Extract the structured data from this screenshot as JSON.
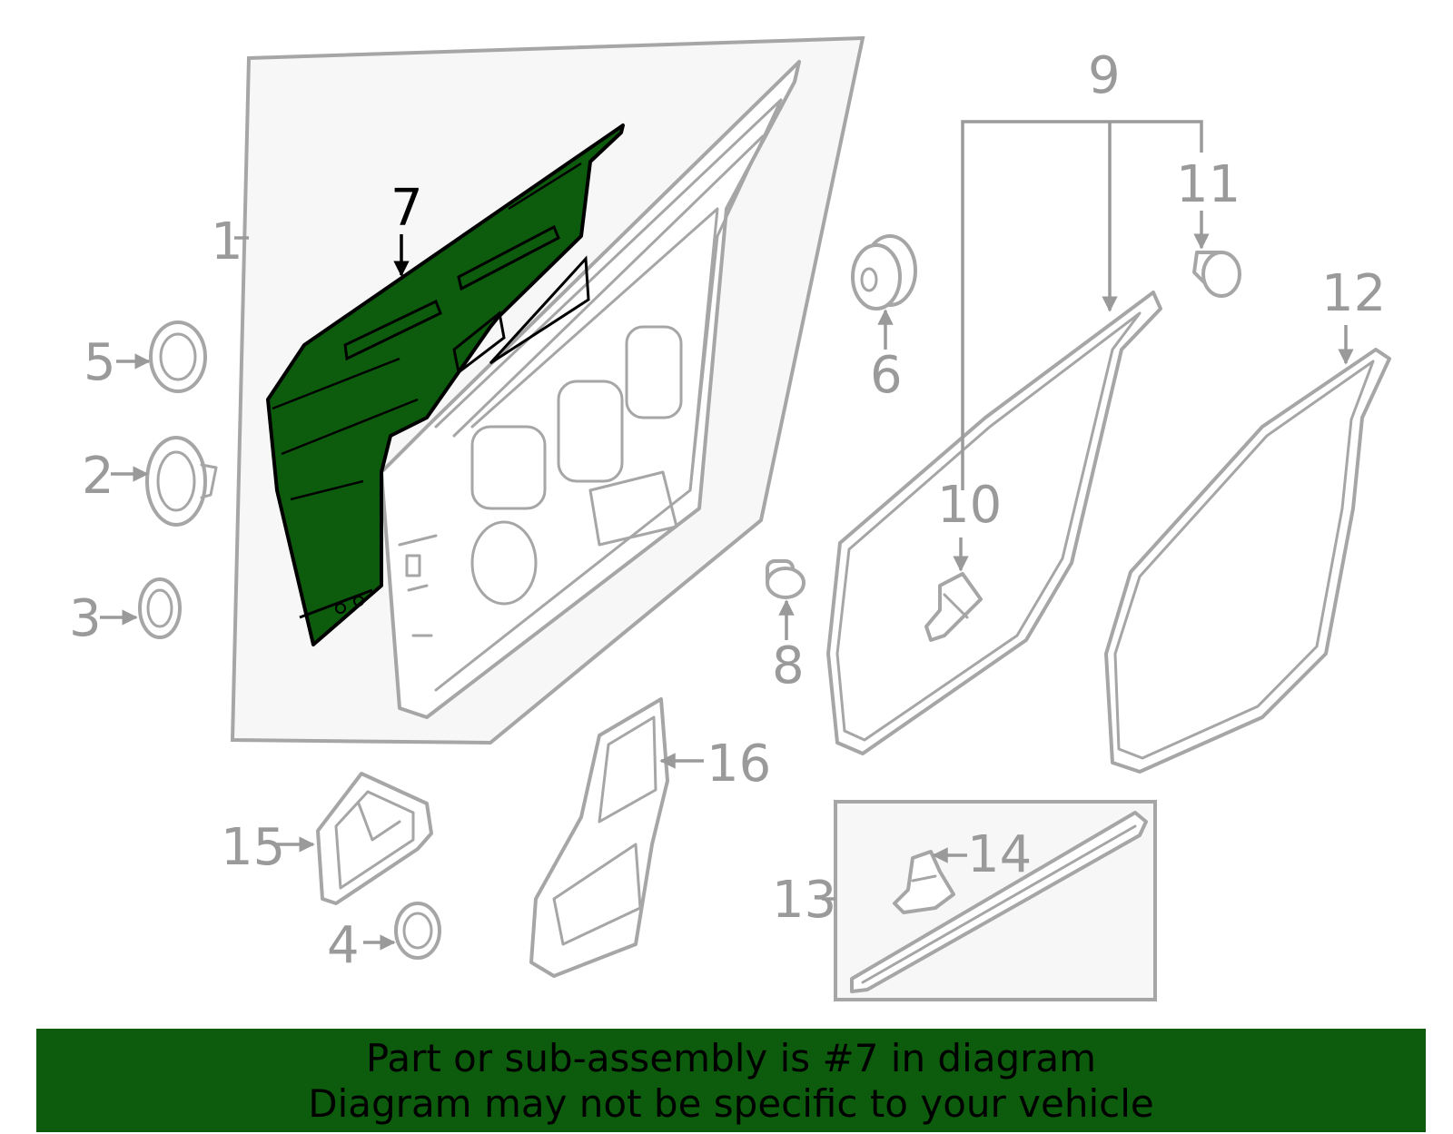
{
  "diagram": {
    "highlight_color": "#0d5c0d",
    "highlighted_part": "7",
    "callouts": {
      "c1": "1",
      "c2": "2",
      "c3": "3",
      "c4": "4",
      "c5": "5",
      "c6": "6",
      "c7": "7",
      "c8": "8",
      "c9": "9",
      "c10": "10",
      "c11": "11",
      "c12": "12",
      "c13": "13",
      "c14": "14",
      "c15": "15",
      "c16": "16"
    }
  },
  "banner": {
    "line1": "Part or sub-assembly is #7 in diagram",
    "line2": "Diagram may not be specific to your vehicle"
  }
}
